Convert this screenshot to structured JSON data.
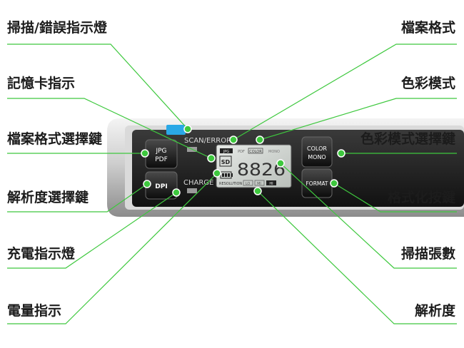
{
  "callouts": {
    "scan_error_led": "掃描/錯誤指示燈",
    "memory_card_indicator": "記憶卡指示",
    "file_format_select_key": "檔案格式選擇鍵",
    "resolution_select_key": "解析度選擇鍵",
    "charge_led": "充電指示燈",
    "battery_indicator": "電量指示",
    "file_format": "檔案格式",
    "color_mode": "色彩模式",
    "color_mode_select_key": "色彩模式選擇鍵",
    "format_key": "格式化按鍵",
    "scan_count": "掃描張數",
    "resolution": "解析度"
  },
  "device": {
    "scan_error_label": "SCAN/ERROR",
    "charge_label": "CHARGE",
    "button_jpg": "JPG",
    "button_pdf": "PDF",
    "button_dpi": "DPI",
    "button_color": "COLOR",
    "button_mono": "MONO",
    "button_format": "FORMAT",
    "lcd": {
      "format_jpg": "JPG",
      "format_pdf": "PDF",
      "color": "COLOR",
      "mono": "MONO",
      "sd": "SD",
      "counter": "8826",
      "resolution_label": "RESOLUTION",
      "res_low": "LO",
      "res_mid": "MI",
      "res_high": "HI"
    }
  },
  "colors": {
    "leader_line": "#3ec83e",
    "scan_led": "#2aa8e6"
  }
}
